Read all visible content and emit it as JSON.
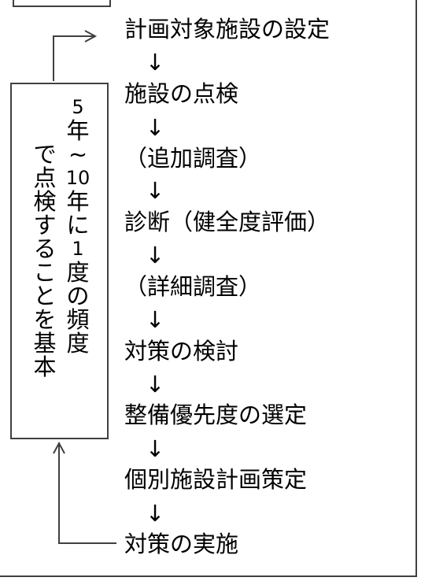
{
  "steps": [
    {
      "label": "計画対象施設の設定"
    },
    {
      "label": "施設の点検"
    },
    {
      "label": "（追加調査）"
    },
    {
      "label": "診断（健全度評価）"
    },
    {
      "label": "（詳細調査）"
    },
    {
      "label": "対策の検討"
    },
    {
      "label": "整備優先度の選定"
    },
    {
      "label": "個別施設計画策定"
    },
    {
      "label": "対策の実施"
    }
  ],
  "down_arrow": "↓",
  "cycle_note": {
    "right_column": [
      "5",
      "年",
      "~",
      "10",
      "年",
      "に",
      "1",
      "度",
      "の",
      "頻",
      "度"
    ],
    "left_column": [
      "で",
      "点",
      "検",
      "す",
      "る",
      "こ",
      "と",
      "を",
      "基",
      "本"
    ]
  }
}
